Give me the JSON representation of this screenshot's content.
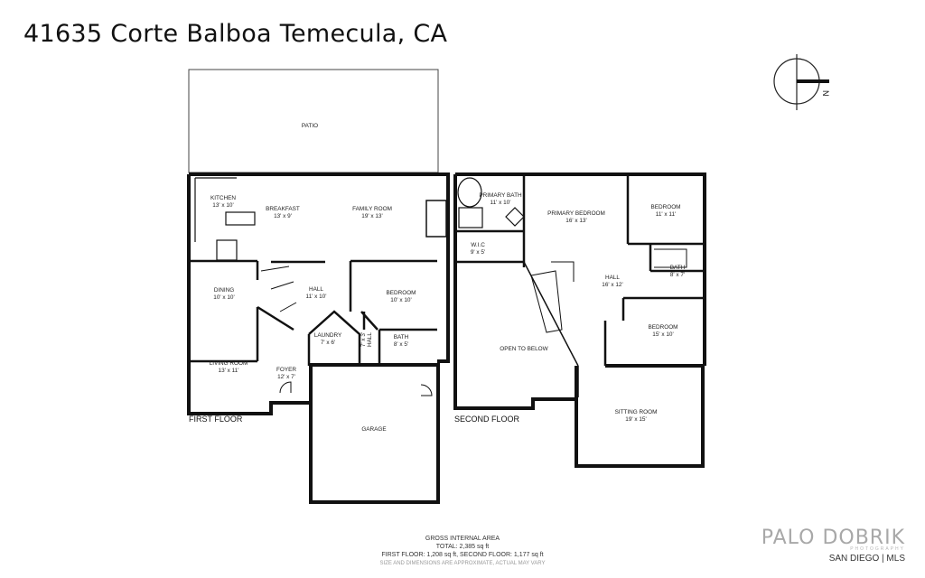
{
  "title": "41635 Corte Balboa Temecula, CA",
  "compass_label": "N",
  "floors": [
    {
      "name": "FIRST FLOOR"
    },
    {
      "name": "SECOND FLOOR"
    }
  ],
  "rooms": {
    "patio": {
      "name": "PATIO",
      "size": ""
    },
    "kitchen": {
      "name": "KITCHEN",
      "size": "13' x 10'"
    },
    "breakfast": {
      "name": "BREAKFAST",
      "size": "13' x 9'"
    },
    "family_room": {
      "name": "FAMILY ROOM",
      "size": "19' x 13'"
    },
    "dining": {
      "name": "DINING",
      "size": "10' x 10'"
    },
    "hall_1": {
      "name": "HALL",
      "size": "11' x 10'"
    },
    "bedroom_1": {
      "name": "BEDROOM",
      "size": "10' x 10'"
    },
    "laundry": {
      "name": "LAUNDRY",
      "size": "7' x 6'"
    },
    "hall_small": {
      "name": "HALL",
      "size": "7' x 3'"
    },
    "bath_1": {
      "name": "BATH",
      "size": "8' x 5'"
    },
    "living_room": {
      "name": "LIVING ROOM",
      "size": "13' x 11'"
    },
    "foyer": {
      "name": "FOYER",
      "size": "12' x 7'"
    },
    "garage": {
      "name": "GARAGE",
      "size": ""
    },
    "primary_bath": {
      "name": "PRIMARY BATH",
      "size": "11' x 10'"
    },
    "primary_bedroom": {
      "name": "PRIMARY BEDROOM",
      "size": "16' x 13'"
    },
    "bedroom_2": {
      "name": "BEDROOM",
      "size": "11' x 11'"
    },
    "wic": {
      "name": "W.I.C",
      "size": "9' x 5'"
    },
    "hall_2": {
      "name": "HALL",
      "size": "16' x 12'"
    },
    "bath_2": {
      "name": "BATH",
      "size": "8' x 7'"
    },
    "bedroom_3": {
      "name": "BEDROOM",
      "size": "15' x 10'"
    },
    "open_to_below": {
      "name": "OPEN TO BELOW",
      "size": ""
    },
    "sitting_room": {
      "name": "SITTING ROOM",
      "size": "19' x 15'"
    }
  },
  "footer": {
    "line1": "GROSS INTERNAL AREA",
    "line2": "TOTAL: 2,385 sq ft",
    "line3": "FIRST FLOOR: 1,208 sq ft, SECOND FLOOR: 1,177 sq ft",
    "line4": "SIZE AND DIMENSIONS ARE APPROXIMATE, ACTUAL MAY VARY"
  },
  "brand": {
    "logo": "PALO DOBRIK",
    "sub": "PHOTOGRAPHY",
    "mls": "SAN DIEGO | MLS"
  }
}
